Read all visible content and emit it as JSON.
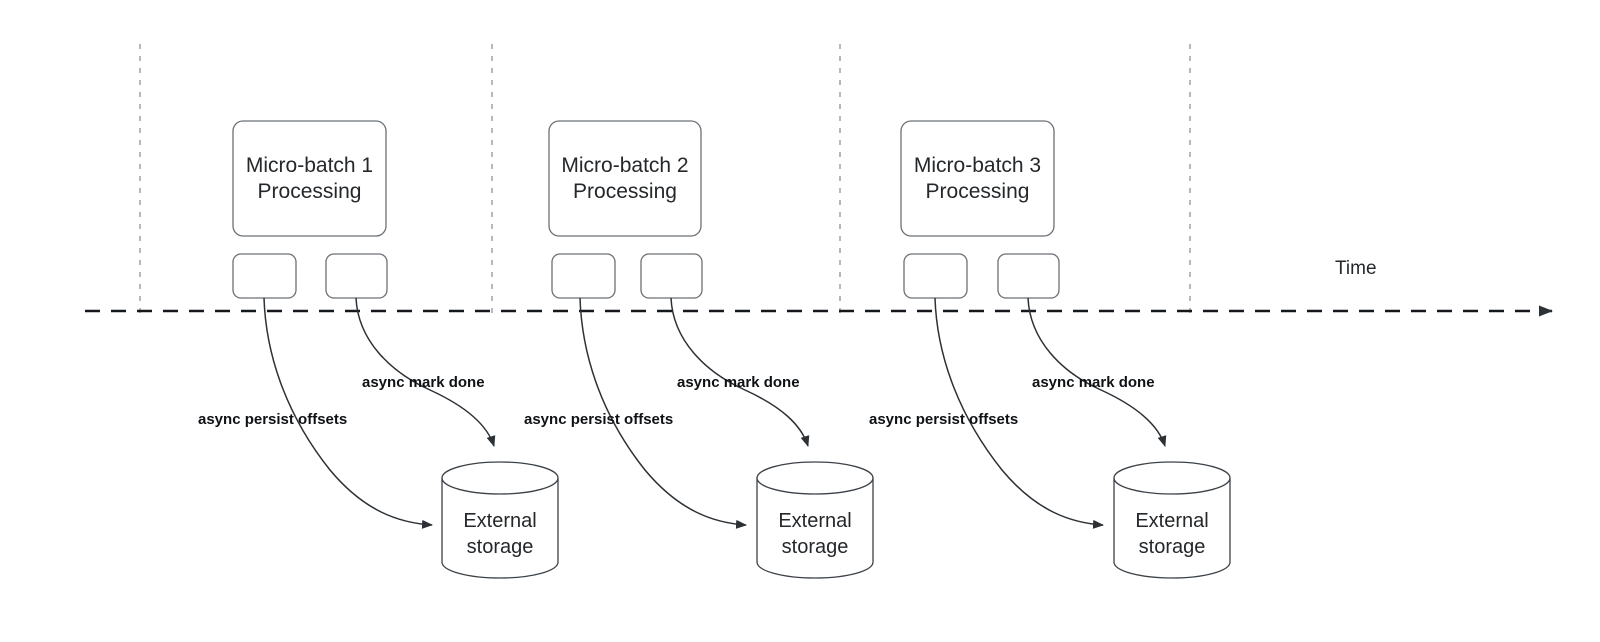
{
  "diagram": {
    "title_axis_label": "Time",
    "colors": {
      "shape_stroke": "#6b7076",
      "cylinder_stroke": "#3c4248",
      "text": "#25282b",
      "label_text": "#0f1215",
      "timeline": "#14181c",
      "boundary_line": "#a6a6a6",
      "background": "#ffffff"
    },
    "batches": [
      {
        "process_label_line1": "Micro-batch 1",
        "process_label_line2": "Processing",
        "persist_label": "async persist offsets",
        "mark_done_label": "async mark done",
        "storage_label_line1": "External",
        "storage_label_line2": "storage"
      },
      {
        "process_label_line1": "Micro-batch 2",
        "process_label_line2": "Processing",
        "persist_label": "async persist offsets",
        "mark_done_label": "async mark done",
        "storage_label_line1": "External",
        "storage_label_line2": "storage"
      },
      {
        "process_label_line1": "Micro-batch 3",
        "process_label_line2": "Processing",
        "persist_label": "async persist offsets",
        "mark_done_label": "async mark done",
        "storage_label_line1": "External",
        "storage_label_line2": "storage"
      }
    ]
  }
}
